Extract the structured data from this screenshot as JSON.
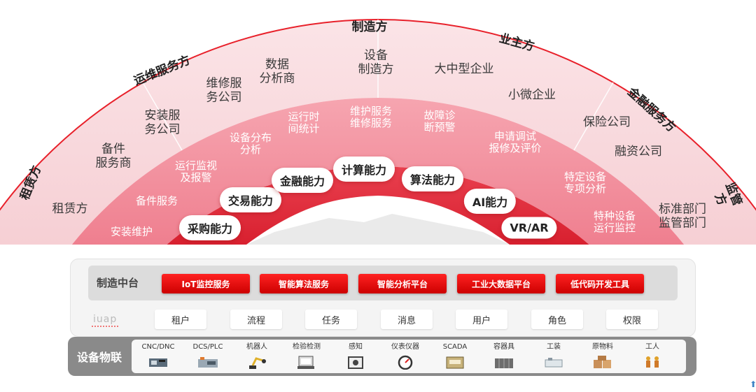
{
  "stakeholders": [
    "租赁方",
    "运维服务方",
    "制造方",
    "业主方",
    "金融服务方",
    "监管方"
  ],
  "outer_ring": [
    "租赁方",
    "备件\n服务商",
    "安装服\n务公司",
    "维修服\n务公司",
    "数据\n分析商",
    "设备\n制造方",
    "大中型企业",
    "小微企业",
    "保险公司",
    "融资公司",
    "标准部门\n监管部门"
  ],
  "middle_ring": [
    "安装维护",
    "备件服务",
    "运行监视\n及报警",
    "设备分布\n分析",
    "运行时\n间统计",
    "维护服务\n维修服务",
    "故障诊\n断预警",
    "申请调试\n报修及评价",
    "特定设备\n专项分析",
    "特种设备\n运行监控"
  ],
  "capabilities": [
    "采购能力",
    "交易能力",
    "金融能力",
    "计算能力",
    "算法能力",
    "AI能力",
    "VR/AR"
  ],
  "platform": {
    "title": "制造中台",
    "services": [
      "IoT监控服务",
      "智能算法服务",
      "智能分析平台",
      "工业大数据平台",
      "低代码开发工具"
    ]
  },
  "iuap": {
    "name": "iuap",
    "tags": [
      "租户",
      "流程",
      "任务",
      "消息",
      "用户",
      "角色",
      "权限"
    ]
  },
  "iot": {
    "title": "设备物联",
    "devices": [
      {
        "name": "CNC/DNC",
        "icon": "cnc-machine-icon"
      },
      {
        "name": "DCS/PLC",
        "icon": "dcs-plc-icon"
      },
      {
        "name": "机器人",
        "icon": "robot-arm-icon"
      },
      {
        "name": "检验检测",
        "icon": "inspection-icon"
      },
      {
        "name": "感知",
        "icon": "sensor-icon"
      },
      {
        "name": "仪表仪器",
        "icon": "gauge-icon"
      },
      {
        "name": "SCADA",
        "icon": "scada-icon"
      },
      {
        "name": "容器具",
        "icon": "container-icon"
      },
      {
        "name": "工装",
        "icon": "fixture-icon"
      },
      {
        "name": "原物料",
        "icon": "raw-material-icon"
      },
      {
        "name": "工人",
        "icon": "worker-icon"
      }
    ]
  },
  "colors": {
    "accent_red": "#e8202a",
    "outer_ring": "#f9dde1",
    "middle_ring": "#f08a98",
    "inner_ring": "#e02e3e"
  }
}
